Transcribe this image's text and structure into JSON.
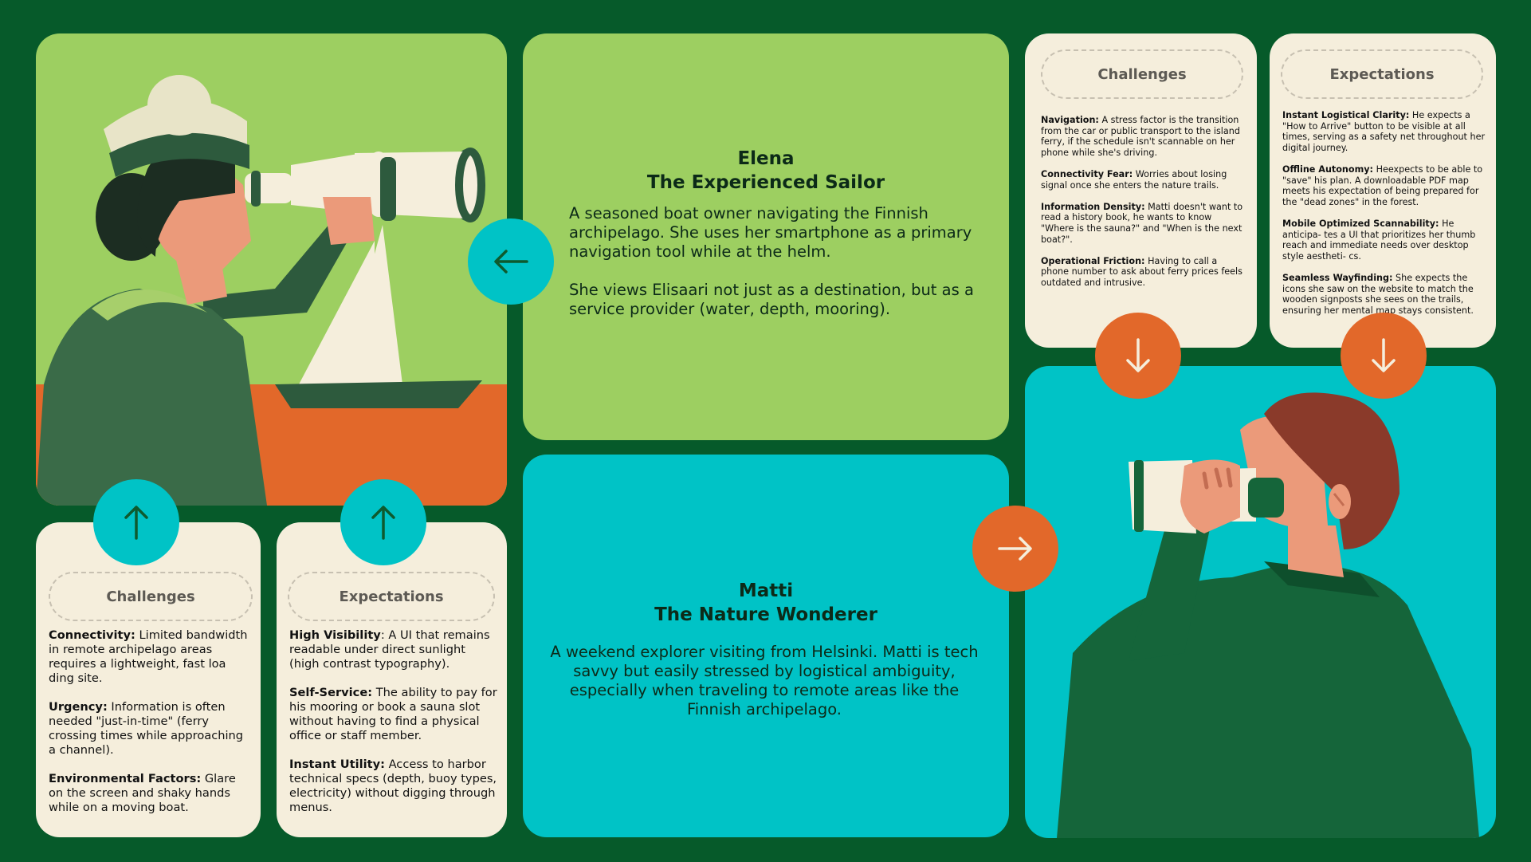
{
  "elena": {
    "name": "Elena",
    "role": "The Experienced Sailor",
    "description": [
      "A seasoned boat owner navigating the Finnish archipelago. She uses her smartphone as a primary navigation tool while at the helm.",
      "She views Elisaari not just as a destination, but as a service provider (water, depth, mooring)."
    ]
  },
  "matti": {
    "name": "Matti",
    "role": "The Nature Wonderer",
    "description": "A weekend explorer visiting from Helsinki. Matti is tech savvy but easily stressed by logistical ambiguity, especially when traveling to remote areas like the Finnish archipelago."
  },
  "elena_challenges": {
    "title": "Challenges",
    "items": [
      {
        "label": "Connectivity:",
        "text": " Limited bandwidth in remote archipelago areas requires a lightweight, fast loa ding site."
      },
      {
        "label": "Urgency:",
        "text": " Information is often needed \"just-in-time\" (ferry crossing times while approaching a channel)."
      },
      {
        "label": "Environmental Factors:",
        "text": " Glare on the screen and shaky hands while on a moving boat."
      }
    ]
  },
  "elena_expectations": {
    "title": "Expectations",
    "items": [
      {
        "label": "High Visibility",
        "text": ": A UI that remains readable under direct sunlight (high contrast typography)."
      },
      {
        "label": "Self-Service:",
        "text": " The ability to pay for his mooring or book a sauna slot without having to find a physical office or staff member."
      },
      {
        "label": "Instant Utility:",
        "text": " Access to harbor technical specs (depth, buoy types, electricity) without digging through menus."
      }
    ]
  },
  "matti_challenges": {
    "title": "Challenges",
    "items": [
      {
        "label": "Navigation:",
        "text": " A stress factor is the transition from the car or public transport to the island ferry, if the schedule isn't scannable on her phone while she's driving."
      },
      {
        "label": "Connectivity Fear:",
        "text": " Worries about losing signal once she enters the nature trails."
      },
      {
        "label": "Information Density:",
        "text": " Matti doesn't want to read a history book, he wants to know \"Where is the sauna?\" and \"When is the next boat?\"."
      },
      {
        "label": "Operational Friction:",
        "text": " Having to call a phone number to ask about ferry prices feels outdated and intrusive."
      }
    ]
  },
  "matti_expectations": {
    "title": "Expectations",
    "items": [
      {
        "label": "Instant Logistical Clarity:",
        "text": " He expects a \"How to Arrive\" button to be visible at all times, serving as a safety net throughout her digital journey."
      },
      {
        "label": "Offline Autonomy:",
        "text": " Heexpects to be able to \"save\" his plan. A downloadable PDF map meets his expectation of being prepared for the \"dead zones\" in the forest."
      },
      {
        "label": "Mobile Optimized Scannability:",
        "text": " He anticipa- tes a UI that prioritizes her thumb reach and immediate needs over desktop style aestheti- cs."
      },
      {
        "label": "Seamless Wayfinding:",
        "text": " She expects the icons she saw on the website to match the wooden signposts she sees on the trails, ensuring her mental map stays consistent."
      }
    ]
  },
  "colors": {
    "background": "#065a2a",
    "light_green": "#9dcf61",
    "teal": "#00c3c6",
    "orange": "#e2682a",
    "cream": "#f5eedc"
  },
  "icons": [
    "arrow-left-icon",
    "arrow-right-icon",
    "arrow-up-icon",
    "arrow-down-icon"
  ]
}
